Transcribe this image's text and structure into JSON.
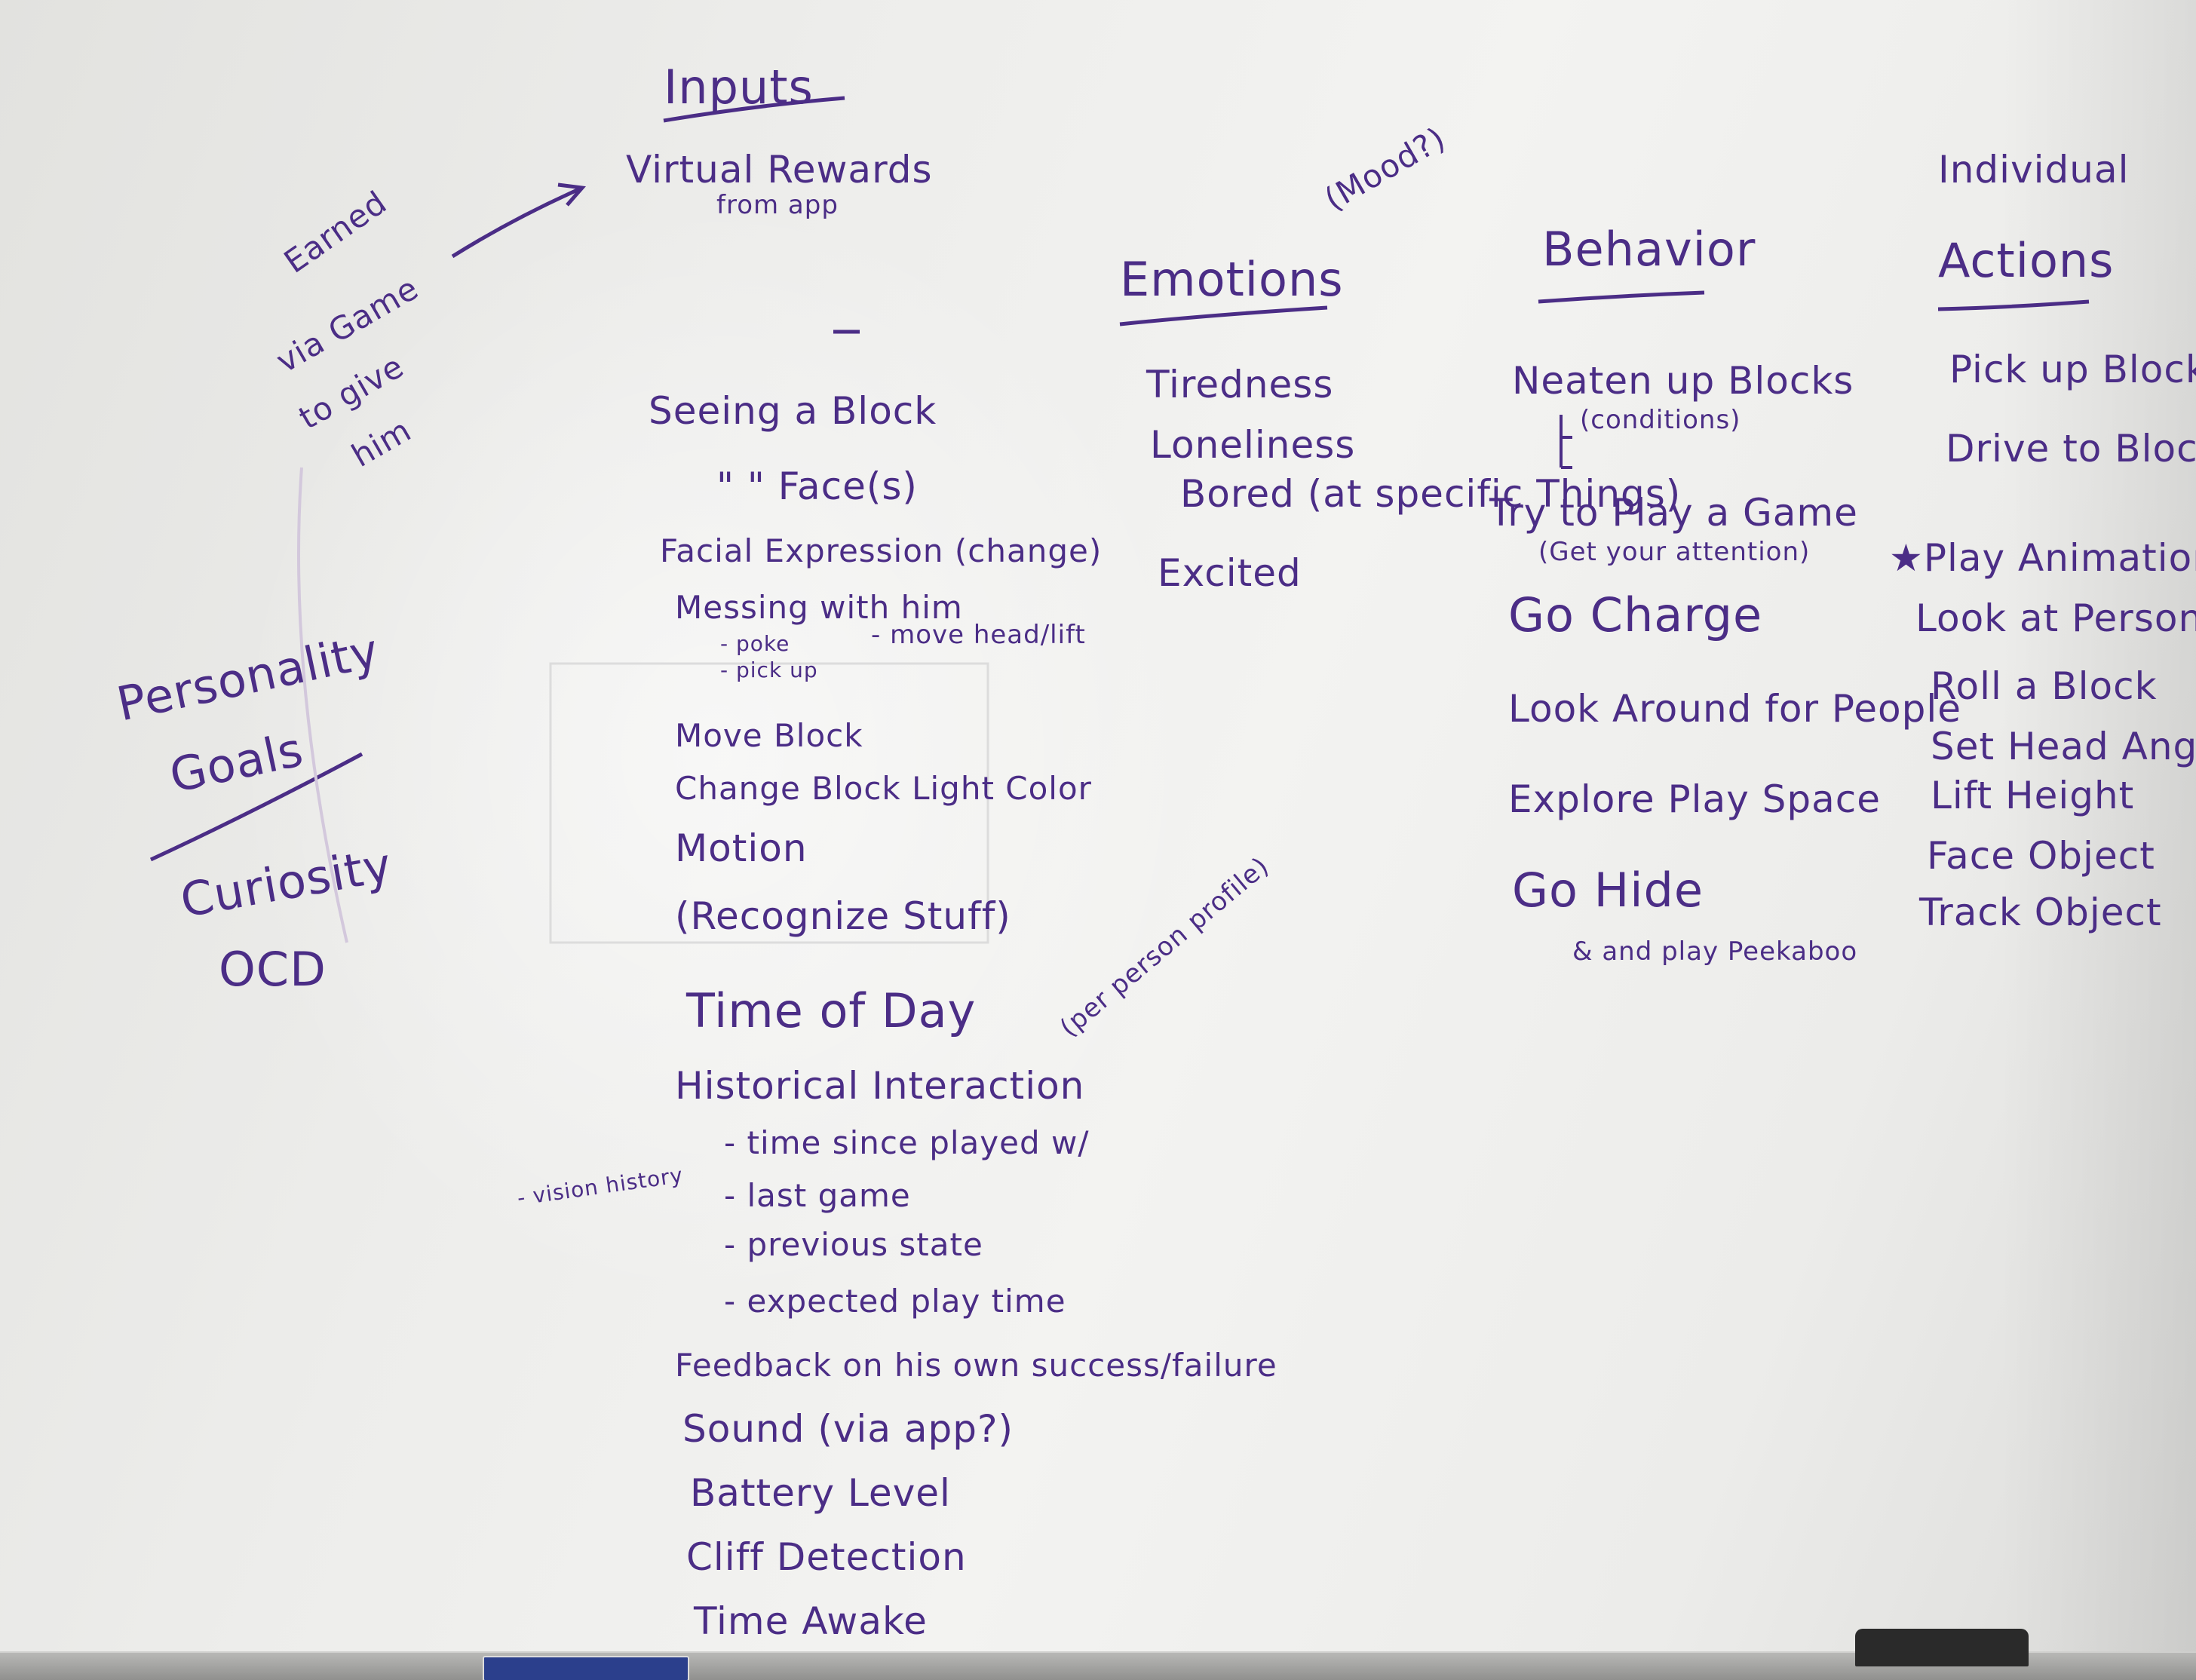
{
  "whiteboard": {
    "inputs": {
      "heading": "Inputs",
      "items": [
        "Virtual Rewards",
        "from app",
        "Seeing a Block",
        "\" \" Face(s)",
        "Facial Expression (change)",
        "Messing with him",
        "- poke",
        "- pick up",
        "- move head/lift",
        "Move Block",
        "Change Block Light Color",
        "Motion",
        "(Recognize Stuff)",
        "Time of Day",
        "Historical Interaction",
        "(per person profile)",
        "- vision history",
        "- time since played w/",
        "- last game",
        "- previous state",
        "- expected play time",
        "Feedback on his own success/failure",
        "Sound (via app?)",
        "Battery Level",
        "Cliff Detection",
        "Time Awake"
      ]
    },
    "earned_note": [
      "Earned",
      "via Game",
      "to give",
      "him"
    ],
    "personality": {
      "heading": "Personality",
      "heading2": "Goals",
      "items": [
        "Curiosity",
        "OCD"
      ]
    },
    "emotions": {
      "mood_note": "(Mood?)",
      "heading": "Emotions",
      "items": [
        "Tiredness",
        "Loneliness",
        "Bored (at specific Things)",
        "Excited"
      ]
    },
    "behaviors": {
      "heading": "Behavior",
      "items": [
        "Neaten up Blocks",
        "(conditions)",
        "Try to Play a Game",
        "(Get your attention)",
        "Go Charge",
        "Look Around for People",
        "Explore Play Space",
        "Go Hide",
        "& and play Peekaboo"
      ]
    },
    "actions": {
      "heading1": "Individual",
      "heading2": "Actions",
      "items": [
        "Pick up Block",
        "Drive to Block/Pose",
        "★Play Animation",
        "Look at Person",
        "Roll a Block",
        "Set Head Angle",
        "Lift Height",
        "Face Object",
        "Track Object"
      ]
    },
    "ink_color": "#4b2d86"
  }
}
